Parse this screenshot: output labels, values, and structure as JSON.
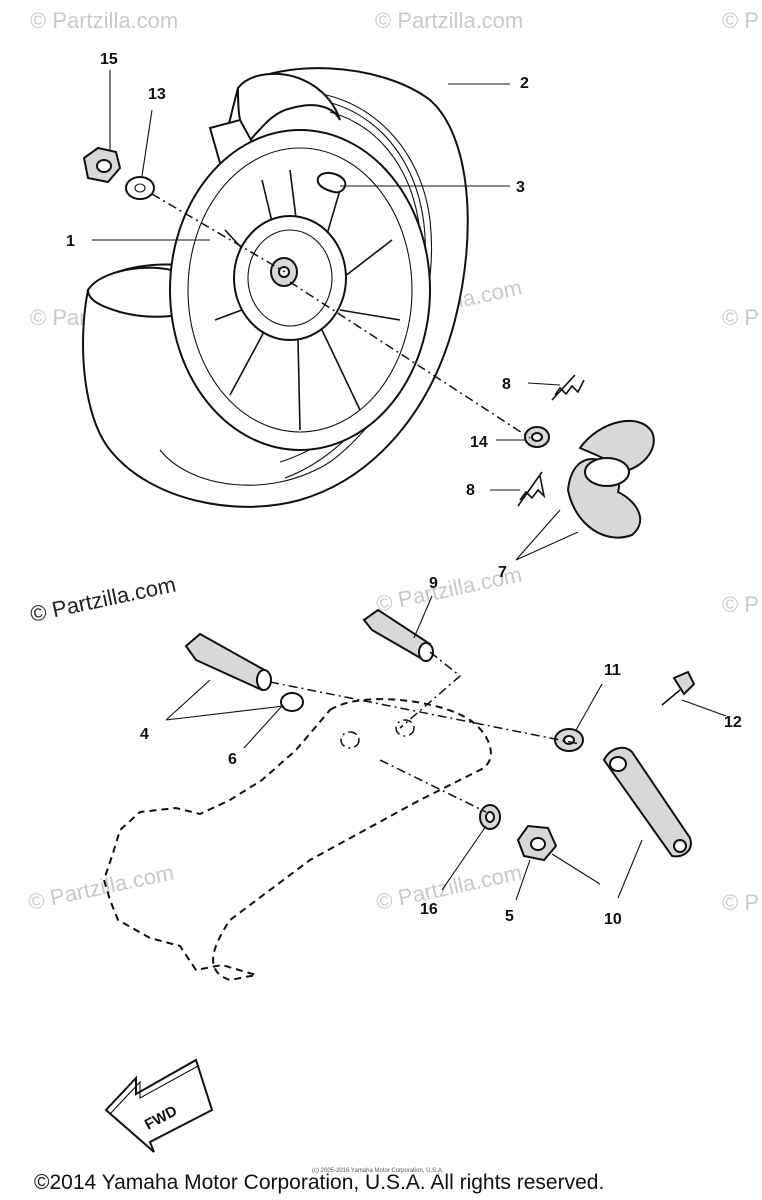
{
  "watermarks": {
    "text": "© Partzilla.com",
    "short": "© P",
    "dark_text": "© Partzilla.com"
  },
  "callouts": {
    "c1": "1",
    "c2": "2",
    "c3": "3",
    "c4": "4",
    "c5": "5",
    "c6": "6",
    "c7": "7",
    "c8a": "8",
    "c8b": "8",
    "c9": "9",
    "c10": "10",
    "c11": "11",
    "c12": "12",
    "c13": "13",
    "c14": "14",
    "c15": "15",
    "c16": "16"
  },
  "fwd_label": "FWD",
  "micro_note": "(c) 2005-2016 Yamaha Motor Corporation, U.S.A.",
  "copyright": "©2014 Yamaha Motor Corporation, U.S.A. All rights reserved."
}
